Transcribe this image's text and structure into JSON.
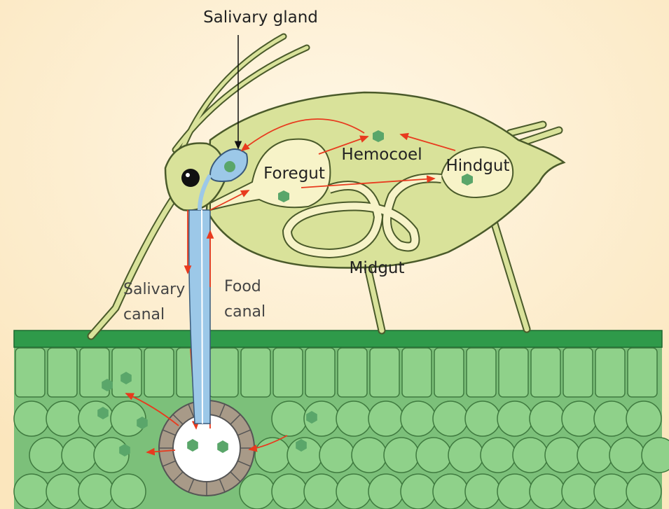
{
  "labels": {
    "salivary_gland": "Salivary gland",
    "hemocoel": "Hemocoel",
    "foregut": "Foregut",
    "hindgut": "Hindgut",
    "midgut": "Midgut",
    "salivary_canal_1": "Salivary",
    "salivary_canal_2": "canal",
    "food_canal_1": "Food",
    "food_canal_2": "canal"
  },
  "colors": {
    "background": "#fdf0d8",
    "body": "#d9e29a",
    "outline": "#4a5a2a",
    "organ": "#f7f3c8",
    "leaf_surface": "#2f9a4a",
    "cell": "#8fd18a",
    "virus": "#5aa66a",
    "arrow": "#e83a1e",
    "gland": "#9cc8e8",
    "phloem_ring": "#a89a88"
  }
}
